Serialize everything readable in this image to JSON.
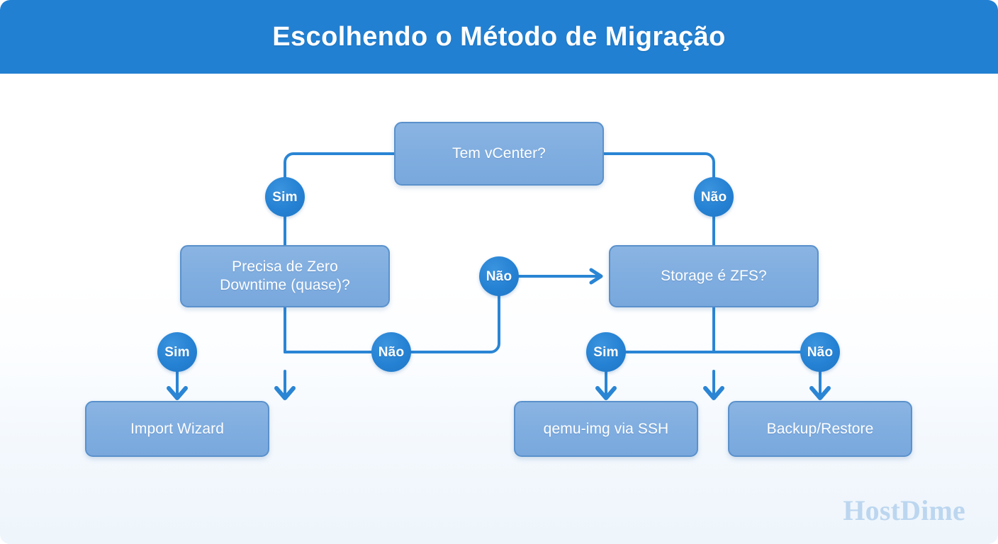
{
  "header": {
    "title": "Escolhendo o Método de Migração",
    "background_color": "#2280d2",
    "text_color": "#ffffff"
  },
  "theme": {
    "node_fill": "#7fade0",
    "node_border": "#5a91cc",
    "badge_fill": "#2581d3",
    "connector_color": "#2a85d4",
    "canvas_background": "#ffffff",
    "watermark_color": "#bcd6ef"
  },
  "flowchart": {
    "nodes": [
      {
        "id": "vcenter",
        "label": "Tem vCenter?",
        "type": "decision"
      },
      {
        "id": "downtime",
        "label": "Precisa de Zero\nDowntime (quase)?",
        "type": "decision"
      },
      {
        "id": "zfs",
        "label": "Storage é ZFS?",
        "type": "decision"
      },
      {
        "id": "import",
        "label": "Import Wizard",
        "type": "result"
      },
      {
        "id": "qemu",
        "label": "qemu-img via SSH",
        "type": "result"
      },
      {
        "id": "backup",
        "label": "Backup/Restore",
        "type": "result"
      }
    ],
    "badges": [
      {
        "id": "b1",
        "label": "Sim",
        "from": "vcenter",
        "to": "downtime"
      },
      {
        "id": "b2",
        "label": "Não",
        "from": "vcenter",
        "to": "zfs"
      },
      {
        "id": "b3",
        "label": "Não",
        "from": "downtime",
        "to": "zfs"
      },
      {
        "id": "b4",
        "label": "Sim",
        "from": "downtime",
        "to": "import"
      },
      {
        "id": "b5",
        "label": "Não",
        "from": "downtime",
        "to": "zfs"
      },
      {
        "id": "b6",
        "label": "Sim",
        "from": "zfs",
        "to": "qemu"
      },
      {
        "id": "b7",
        "label": "Não",
        "from": "zfs",
        "to": "backup"
      }
    ]
  },
  "watermark": {
    "text": "HostDime"
  }
}
